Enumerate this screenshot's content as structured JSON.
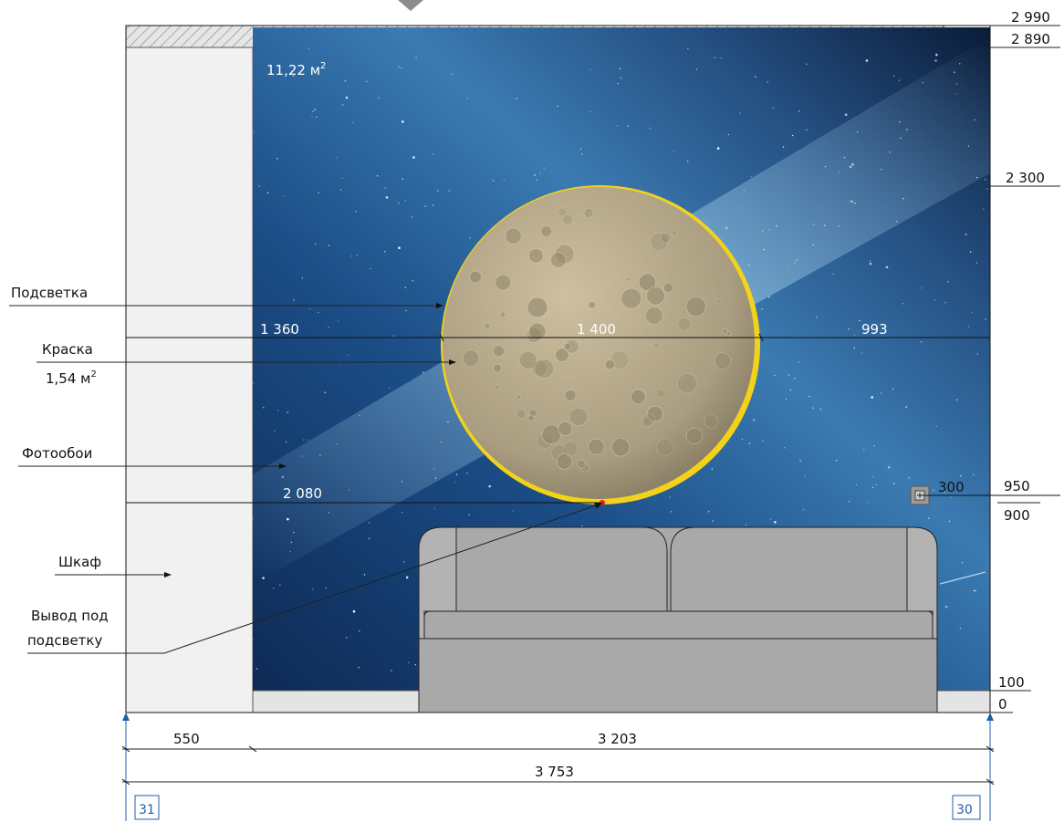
{
  "elevation_levels": {
    "top": "2 990",
    "ceiling": "2 890",
    "upper": "2 300",
    "socket_top": "950",
    "socket_bottom": "900",
    "plinth": "100",
    "floor": "0"
  },
  "area_label": {
    "value": "11,22 м",
    "exp": "2"
  },
  "callouts": {
    "lighting": "Подсветка",
    "paint": "Краска",
    "paint_area": {
      "value": "1,54 м",
      "exp": "2"
    },
    "photo_wallpaper": "Фотообои",
    "wardrobe": "Шкаф",
    "lighting_outlet_line1": "Вывод под",
    "lighting_outlet_line2": "подсветку"
  },
  "dimensions": {
    "left_to_moon": "1 360",
    "moon_diameter": "1 400",
    "moon_to_right": "993",
    "moon_bottom_height": "2 080",
    "socket_offset": "300",
    "wardrobe_width": "550",
    "wall_width": "3 203",
    "total_width": "3 753"
  },
  "axis_tags": {
    "left": "31",
    "right": "30"
  },
  "colors": {
    "sky_dark": "#0b1f3f",
    "sky_mid": "#1c4f86",
    "sky_light": "#4f8ec0",
    "moon": "#b5a88a",
    "moon_ring": "#f2d21a",
    "sofa": "#a9a9a9",
    "wardrobe": "#f1f1f1",
    "axis_blue": "#1f5fa8"
  }
}
